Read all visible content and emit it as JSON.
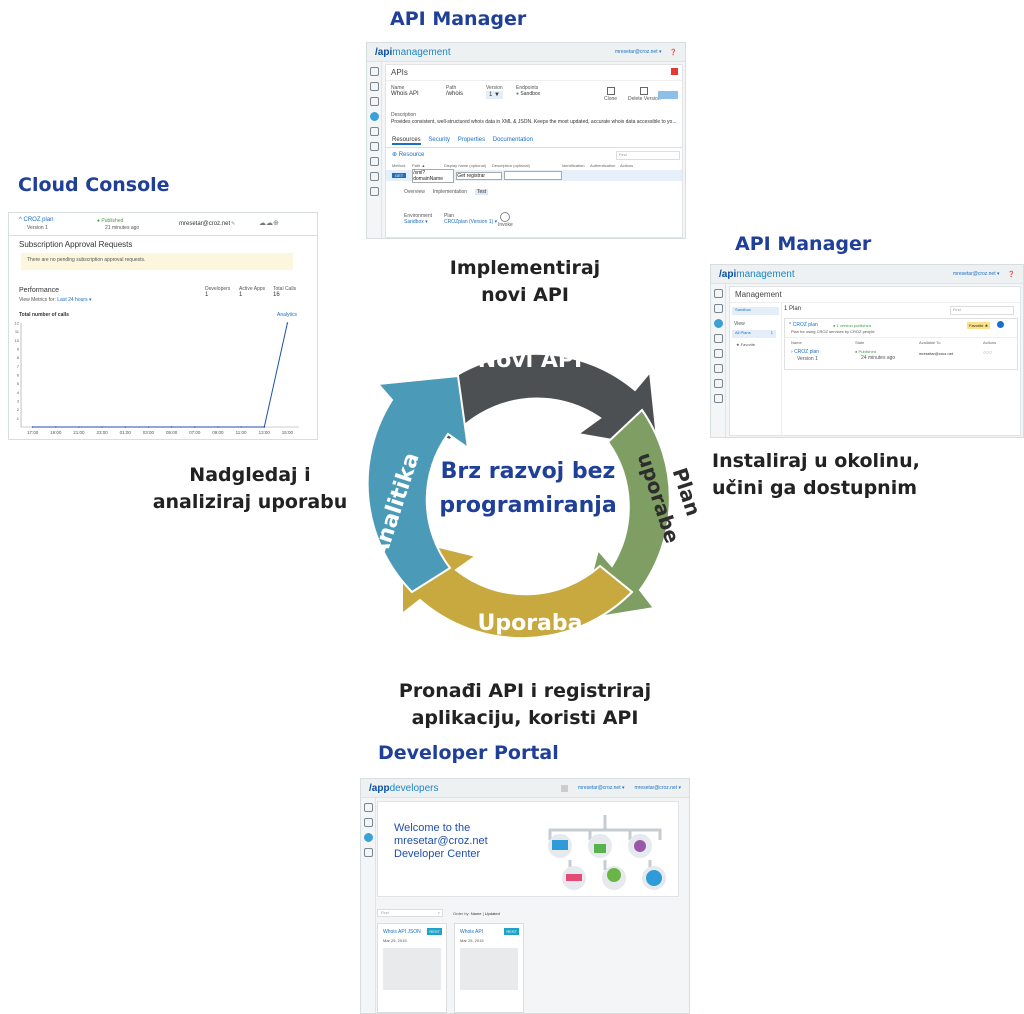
{
  "headings": {
    "api_manager_top": "API Manager",
    "cloud_console": "Cloud Console",
    "api_manager_right": "API Manager",
    "developer_portal": "Developer Portal"
  },
  "captions": {
    "implement": [
      "Implementiraj",
      "novi API"
    ],
    "install": [
      "Instaliraj u okolinu,",
      "učini ga dostupnim"
    ],
    "find": [
      "Pronađi API i registriraj",
      "aplikaciju, koristi API"
    ],
    "monitor": [
      "Nadgledaj i",
      "analiziraj uporabu"
    ]
  },
  "cycle": {
    "center": [
      "Brz razvoj bez",
      "programiranja"
    ],
    "segments": [
      {
        "label": "Novi API",
        "color": "#4d5052"
      },
      {
        "label": "Plan uporabe",
        "label_lines": [
          "Plan",
          "uporabe"
        ],
        "color": "#7f9e63"
      },
      {
        "label": "Uporaba",
        "color": "#c7a93f"
      },
      {
        "label": "Analitika",
        "color": "#4b9ab8"
      }
    ]
  },
  "api_top": {
    "brand_prefix": "/api",
    "brand_suffix": "management",
    "user": "mresetar@croz.net ▾",
    "section": "APIs",
    "fields": {
      "name_label": "Name",
      "name": "Whois API",
      "path_label": "Path",
      "path": "/whois",
      "version_label": "Version",
      "version": "1 ▼",
      "endpoints_label": "Endpoints",
      "endpoint": "Sandbox"
    },
    "actions": [
      "Clone",
      "Delete Version"
    ],
    "description_label": "Description",
    "description": "Provides consistent, well-structured whois data in XML & JSON. Keeps the most updated, accurate whois data accessible to yo...",
    "tabs": [
      "Resources",
      "Security",
      "Properties",
      "Documentation"
    ],
    "add_resource": "Resource",
    "filter": "Find",
    "columns": [
      "Method",
      "Path ▲",
      "Display name (optional)",
      "Description (optional)",
      "Identification",
      "Authentication",
      "Actions"
    ],
    "row": {
      "method": "GET",
      "path": "/xml?domainName",
      "display": "Get registrar"
    },
    "subtabs": [
      "Overview",
      "Implementation",
      "Test"
    ],
    "env_label": "Environment",
    "env": "Sandbox ▾",
    "plan_label": "Plan",
    "plan": "CROZplan (Version 1) ▾",
    "invoke": "Invoke"
  },
  "cloud": {
    "plan_name": "CROZ plan",
    "plan_version": "Version 1",
    "status": "Published",
    "status_time": "21 minutes ago",
    "user": "mresetar@croz.net",
    "approval_title": "Subscription Approval Requests",
    "approval_note": "There are no pending subscription approval requests.",
    "performance": "Performance",
    "view_metrics": "View Metrics for:",
    "period": "Last 24 hours ▾",
    "stats": [
      {
        "label": "Developers",
        "value": "1"
      },
      {
        "label": "Active Apps",
        "value": "1"
      },
      {
        "label": "Total Calls",
        "value": "16"
      }
    ],
    "chart_title": "Total number of calls",
    "analytics_link": "Analytics",
    "chart_data": {
      "type": "line",
      "title": "Total number of calls",
      "x": [
        "17:00",
        "19:00",
        "21:00",
        "23:00",
        "01:00",
        "03:00",
        "05:00",
        "07:00",
        "09:00",
        "11:00",
        "13:00",
        "15:00"
      ],
      "series": [
        {
          "values": [
            0,
            0,
            0,
            0,
            0,
            0,
            0,
            0,
            0,
            0,
            0,
            12
          ],
          "color": "#1f4fa8"
        }
      ],
      "y_ticks": [
        "1",
        "2",
        "3",
        "4",
        "5",
        "6",
        "7",
        "8",
        "9",
        "10",
        "11",
        "12"
      ],
      "ylim": [
        0,
        12
      ]
    }
  },
  "api_right": {
    "brand_prefix": "/api",
    "brand_suffix": "management",
    "user": "mresetar@croz.net ▾",
    "section": "Management",
    "env": "Sandbox",
    "view_label": "View",
    "all_plans": "All Plans",
    "all_plans_count": "1",
    "favorite": "Favorite",
    "plan_count": "1 Plan",
    "filter": "Find",
    "plan_name": "CROZ plan",
    "plan_versions": "1 version published",
    "plan_desc": "Plan for using CROZ services by CROZ people",
    "favorite_badge": "Favorite",
    "columns": [
      "Name",
      "State",
      "Available To",
      "Actions"
    ],
    "row": {
      "name": "CROZ plan",
      "version": "Version 1",
      "state": "Published",
      "time": "24 minutes ago",
      "available": "mresetar@croz.net"
    }
  },
  "portal": {
    "brand_prefix": "/app",
    "brand_suffix": "developers",
    "user1": "mresetar@croz.net ▾",
    "user2": "mresetar@croz.net ▾",
    "welcome": [
      "Welcome to the",
      "mresetar@croz.net",
      "Developer Center"
    ],
    "find": "Find",
    "order_by": "Order by:",
    "order_name": "Name",
    "order_updated": "Updated",
    "cards": [
      {
        "title": "Whois API JSON",
        "badge": "REST",
        "date": "Mar 25, 2015"
      },
      {
        "title": "Whois API",
        "badge": "REST",
        "date": "Mar 25, 2015"
      }
    ]
  }
}
